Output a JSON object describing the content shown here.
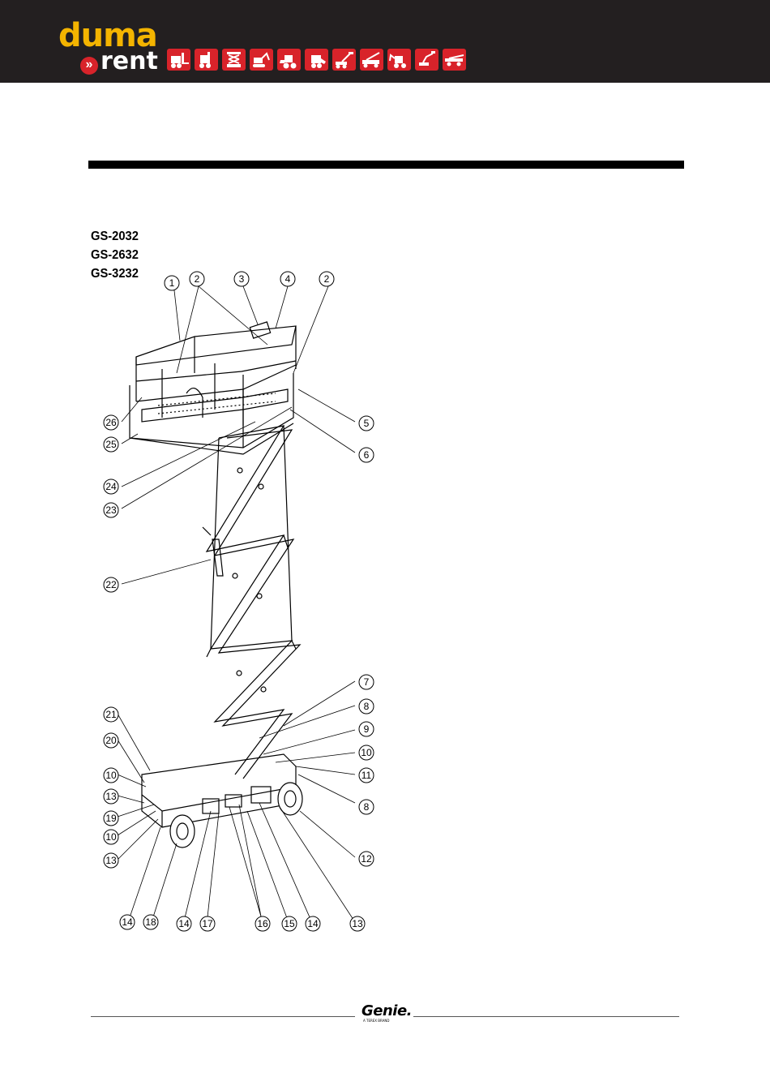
{
  "header": {
    "brand_top": "duma",
    "brand_bottom": "rent",
    "brand_mark": "»",
    "brand_color": "#f4b400",
    "accent_color": "#d8232a",
    "icons": [
      "forklift-icon",
      "telehandler-icon",
      "scissor-lift-icon",
      "excavator-icon",
      "wheel-loader-icon",
      "skid-steer-icon",
      "boom-lift-icon",
      "crane-truck-icon",
      "backhoe-icon",
      "articulated-boom-icon",
      "tow-truck-icon"
    ]
  },
  "models": [
    "GS-2032",
    "GS-2632",
    "GS-3232"
  ],
  "callouts": {
    "c1": "1",
    "c2a": "2",
    "c3": "3",
    "c4": "4",
    "c2b": "2",
    "c5": "5",
    "c6": "6",
    "c26": "26",
    "c25": "25",
    "c24": "24",
    "c23": "23",
    "c22": "22",
    "c7": "7",
    "c8a": "8",
    "c9": "9",
    "c10a": "10",
    "c11": "11",
    "c8b": "8",
    "c12": "12",
    "c21": "21",
    "c20": "20",
    "c10b": "10",
    "c13a": "13",
    "c19": "19",
    "c10c": "10",
    "c13b": "13",
    "c14a": "14",
    "c18": "18",
    "c14b": "14",
    "c17": "17",
    "c16": "16",
    "c15": "15",
    "c14c": "14",
    "c13c": "13"
  },
  "footer": {
    "brand": "Genie.",
    "tagline": "A TEREX BRAND"
  }
}
